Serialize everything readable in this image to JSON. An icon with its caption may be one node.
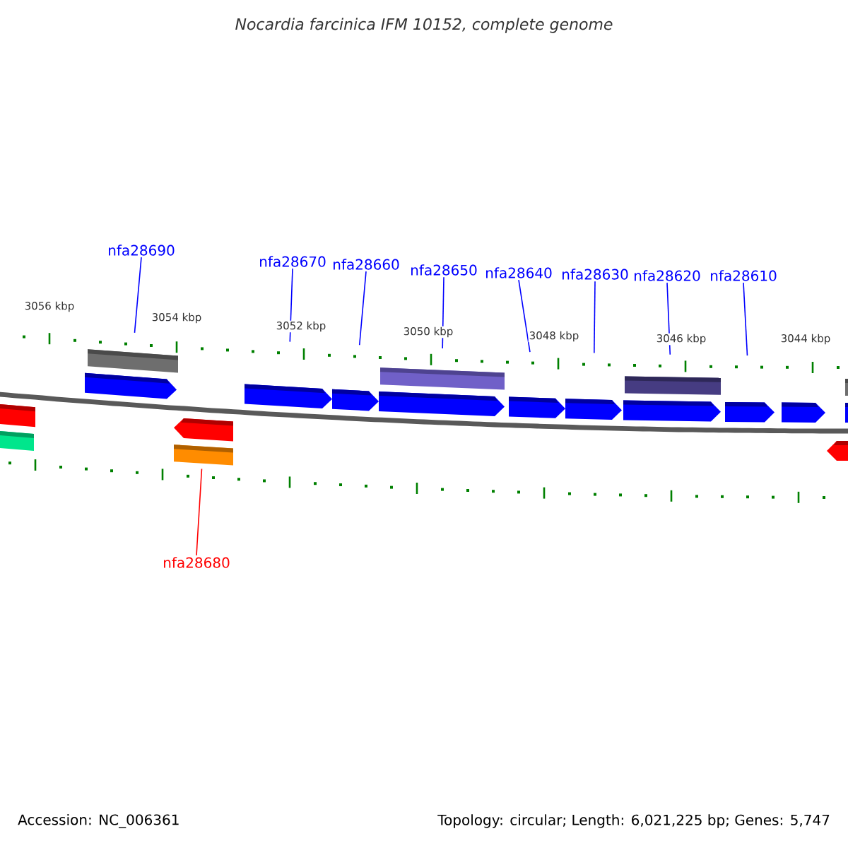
{
  "diagram": {
    "title": "Nocardia farcinica IFM 10152, complete genome",
    "nodes": [
      {
        "text": [
          "nfa28690"
        ]
      },
      {
        "text": [
          "nfa28670"
        ]
      },
      {
        "text": [
          "nfa28660"
        ]
      },
      {
        "text": [
          "nfa28650"
        ]
      },
      {
        "text": [
          "nfa28640"
        ]
      },
      {
        "text": [
          "nfa28630"
        ]
      },
      {
        "text": [
          "nfa28620"
        ]
      },
      {
        "text": [
          "nfa28610"
        ]
      },
      {
        "text": [
          "nfa28680"
        ]
      },
      {
        "text": [],
        "shape": "arrow"
      },
      {
        "text": [],
        "shape": "arrow"
      },
      {
        "text": [],
        "shape": "arrow"
      },
      {
        "text": [],
        "shape": "arrow"
      },
      {
        "text": [],
        "shape": "arrow"
      },
      {
        "text": [],
        "shape": "arrow"
      },
      {
        "text": [],
        "shape": "arrow"
      },
      {
        "text": [],
        "shape": "arrow"
      },
      {
        "text": [],
        "shape": "arrow"
      },
      {
        "text": [],
        "shape": "arrow"
      },
      {
        "text": [],
        "shape": "arrow"
      },
      {
        "text": [],
        "shape": "arrow"
      },
      {
        "text": [],
        "shape": "arrow"
      }
    ],
    "edges": [
      {
        "from": 0,
        "to": 9,
        "arrow": "none"
      },
      {
        "from": 1,
        "to": 10,
        "arrow": "none"
      },
      {
        "from": 2,
        "to": 11,
        "arrow": "none"
      },
      {
        "from": 3,
        "to": 12,
        "arrow": "none"
      },
      {
        "from": 4,
        "to": 13,
        "arrow": "none"
      },
      {
        "from": 5,
        "to": 14,
        "arrow": "none"
      },
      {
        "from": 6,
        "to": 15,
        "arrow": "none"
      },
      {
        "from": 7,
        "to": 16,
        "arrow": "none"
      },
      {
        "from": 8,
        "to": 17,
        "arrow": "none",
        "color": "#ff0000"
      }
    ],
    "labels": [
      "3056 kbp",
      "3054 kbp",
      "3052 kbp",
      "3050 kbp",
      "3048 kbp",
      "3046 kbp",
      "3044 kbp",
      "Accession: NC_006361",
      "Topology: circular; Length: 6,021,225 bp; Genes: 5,747"
    ]
  }
}
